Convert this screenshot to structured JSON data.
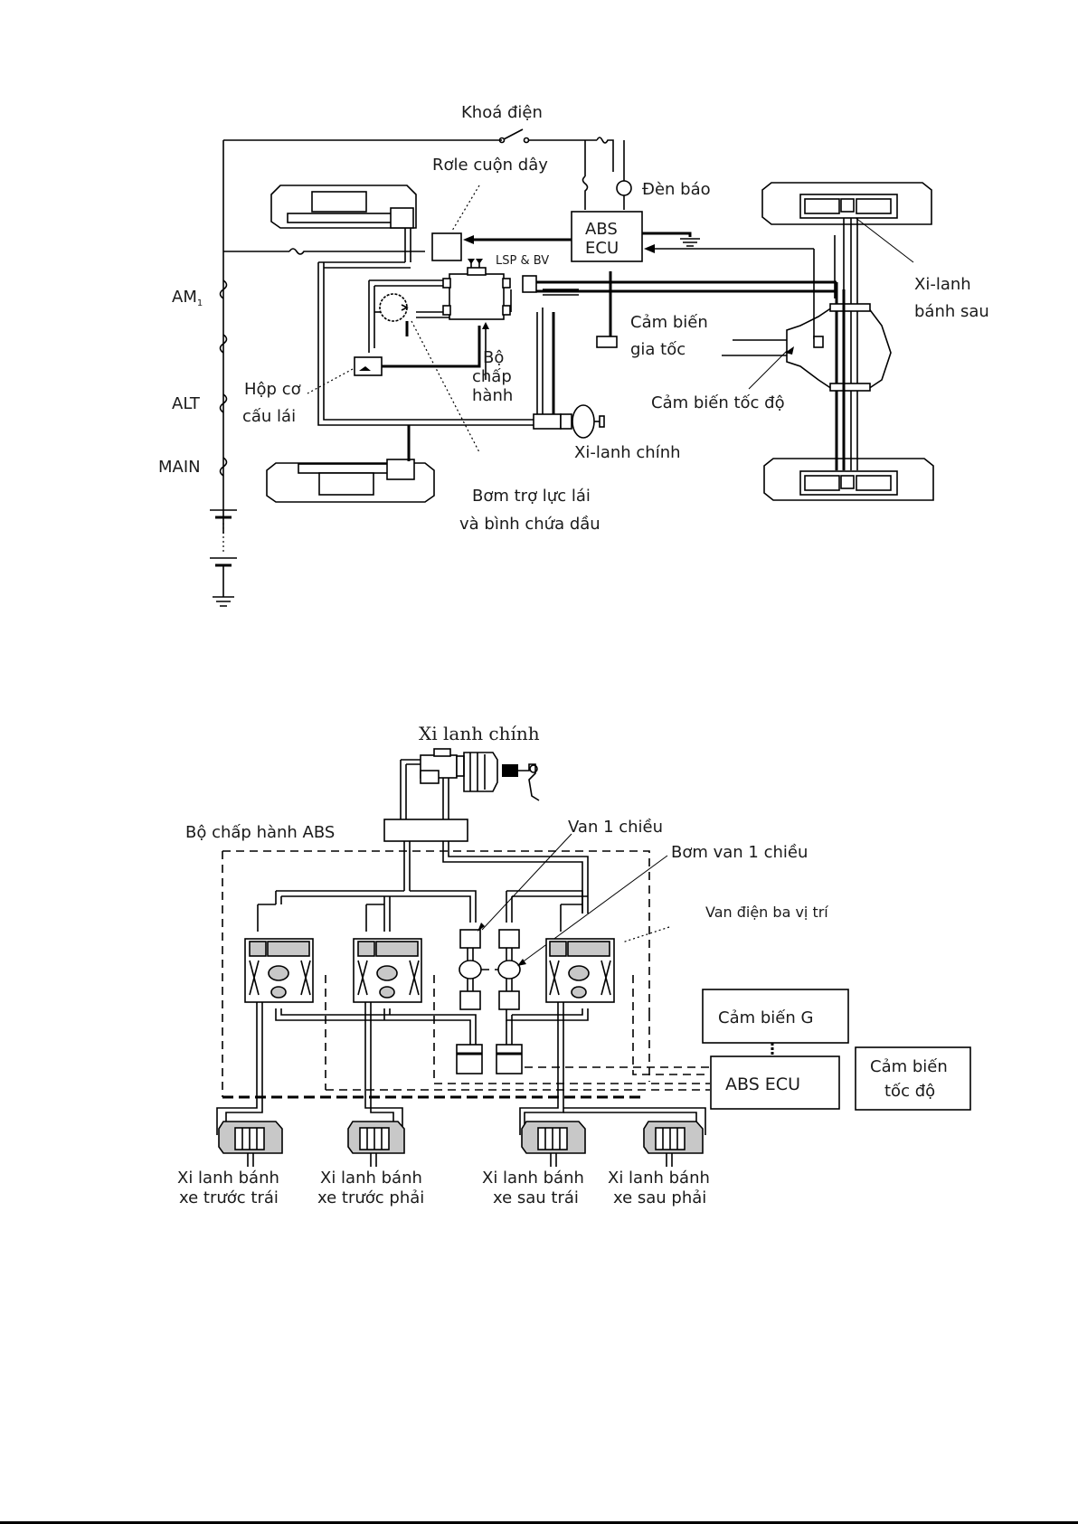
{
  "diagram1": {
    "labels": {
      "ignition_switch": "Khoá điện",
      "coil_relay": "Rơle cuộn dây",
      "warning_lamp": "Đèn báo",
      "abs_ecu_line1": "ABS",
      "abs_ecu_line2": "ECU",
      "lsp_bv": "LSP & BV",
      "rear_wheel_cylinder_line1": "Xi-lanh",
      "rear_wheel_cylinder_line2": "bánh sau",
      "accel_sensor_line1": "Cảm biến",
      "accel_sensor_line2": "gia tốc",
      "speed_sensor": "Cảm biến tốc độ",
      "fuse_am1": "AM",
      "fuse_am1_sub": "1",
      "fuse_alt": "ALT",
      "fuse_main": "MAIN",
      "steering_gear_line1": "Hộp cơ",
      "steering_gear_line2": "cấu lái",
      "actuator_line1": "Bộ",
      "actuator_line2": "chấp",
      "actuator_line3": "hành",
      "master_cylinder": "Xi-lanh chính",
      "pump_line1": "Bơm trợ lực lái",
      "pump_line2": "và bình chứa dầu"
    }
  },
  "diagram2": {
    "labels": {
      "master_cylinder": "Xi lanh chính",
      "abs_actuator": "Bộ chấp hành ABS",
      "check_valve": "Van 1 chiều",
      "check_valve_pump": "Bơm van 1 chiều",
      "three_position_valve": "Van điện ba vị trí",
      "g_sensor": "Cảm biến G",
      "abs_ecu": "ABS ECU",
      "speed_sensor_line1": "Cảm biến",
      "speed_sensor_line2": "tốc độ"
    },
    "wheel_cylinders": [
      {
        "line1": "Xi lanh bánh",
        "line2": "xe trước trái"
      },
      {
        "line1": "Xi lanh bánh",
        "line2": "xe trước phải"
      },
      {
        "line1": "Xi lanh bánh",
        "line2": "xe sau trái"
      },
      {
        "line1": "Xi lanh bánh",
        "line2": "xe sau phải"
      }
    ]
  }
}
